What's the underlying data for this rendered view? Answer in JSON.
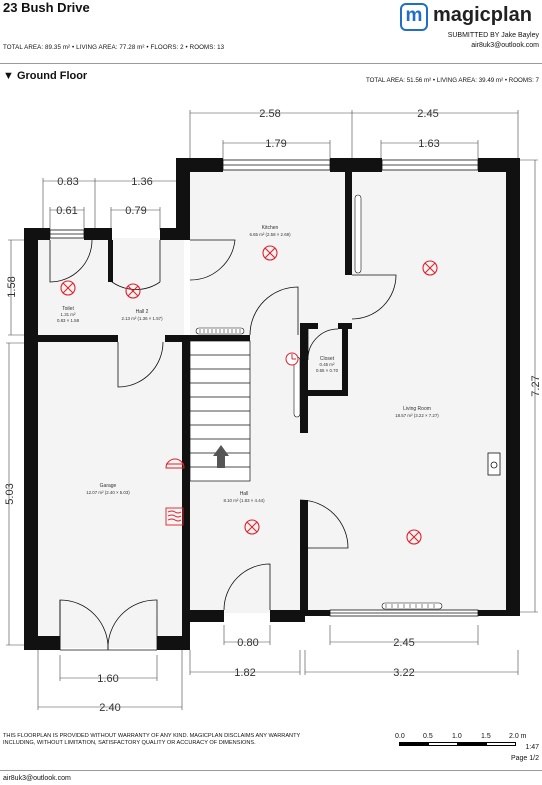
{
  "header": {
    "title": "23 Bush Drive",
    "totals": "TOTAL AREA: 89.35 m² • LIVING AREA: 77.28 m² • FLOORS: 2 • ROOMS: 13",
    "brand": "magicplan",
    "brand_mark": "m",
    "submitted_by": "SUBMITTED BY Jake Bayley",
    "email": "air8uk3@outlook.com"
  },
  "floor": {
    "arrow": "▼",
    "name": "Ground Floor",
    "totals": "TOTAL AREA: 51.56 m² • LIVING AREA: 39.49 m² • ROOMS: 7"
  },
  "rooms": {
    "kitchen": {
      "name": "Kitchen",
      "area": "6.65 m² (2.58 × 2.69)"
    },
    "living": {
      "name": "Living Room",
      "area": "18.57 m² (3.22 × 7.27)"
    },
    "closet": {
      "name": "Closet",
      "area": "0.45 m²",
      "dims": "0.65 × 0.70"
    },
    "hall": {
      "name": "Hall",
      "area": "8.10 m² (1.83 × 4.44)"
    },
    "hall2": {
      "name": "Hall 2",
      "area": "2.13 m² (1.36 × 1.57)"
    },
    "toilet": {
      "name": "Toilet",
      "area": "1.31 m²",
      "dims": "0.83 × 1.58"
    },
    "garage": {
      "name": "Garage",
      "area": "12.07 m² (2.40 × 5.03)"
    }
  },
  "dimensions": {
    "kitchen_width": "2.58",
    "kitchen_window": "1.79",
    "living_width": "2.45",
    "living_window": "1.63",
    "toilet_width": "0.83",
    "toilet_window": "0.61",
    "hall2_width": "1.36",
    "hall2_door": "0.79",
    "toilet_height": "1.58",
    "garage_height": "5.03",
    "living_height": "7.27",
    "front_door": "0.80",
    "hall_width": "1.82",
    "living_bottom_window": "2.45",
    "living_bottom": "3.22",
    "garage_door": "1.60",
    "garage_width": "2.40"
  },
  "footer": {
    "disclaimer": "THIS FLOORPLAN IS PROVIDED WITHOUT WARRANTY OF ANY KIND. MAGICPLAN DISCLAIMS ANY WARRANTY INCLUDING, WITHOUT LIMITATION, SATISFACTORY QUALITY OR ACCURACY OF DIMENSIONS.",
    "scale_labels": [
      "0.0",
      "0.5",
      "1.0",
      "1.5",
      "2.0 m"
    ],
    "scale_ratio": "1:47",
    "page": "Page 1/2",
    "email": "air8uk3@outlook.com"
  },
  "colors": {
    "wall": "#111111",
    "brand": "#1f6fc4",
    "symbol": "#e0202a"
  }
}
